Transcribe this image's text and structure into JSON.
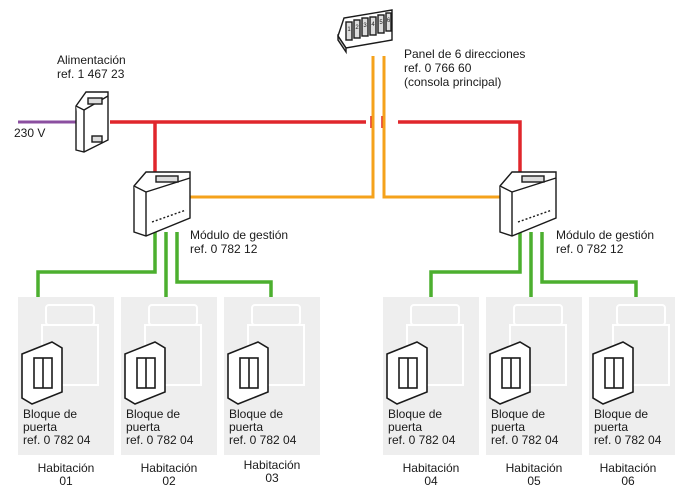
{
  "power_label": "230 V",
  "supply": {
    "name": "Alimentación",
    "ref": "ref. 1 467 23"
  },
  "panel": {
    "name": "Panel de 6 direcciones",
    "ref": "ref. 0 766 60",
    "note": "(consola principal)",
    "keys": [
      "1",
      "2",
      "3",
      "4",
      "5",
      "6"
    ]
  },
  "modules": [
    {
      "name": "Módulo de gestión",
      "ref": "ref. 0 782 12"
    },
    {
      "name": "Módulo de gestión",
      "ref": "ref. 0 782 12"
    }
  ],
  "rooms": [
    {
      "block_l1": "Bloque de",
      "block_l2": "puerta",
      "block_ref": "ref. 0 782 04",
      "room": "Habitación",
      "number": "01"
    },
    {
      "block_l1": "Bloque de",
      "block_l2": "puerta",
      "block_ref": "ref. 0 782 04",
      "room": "Habitación",
      "number": "02"
    },
    {
      "block_l1": "Bloque de",
      "block_l2": "puerta",
      "block_ref": "ref. 0 782 04",
      "room": "Habitación",
      "number": "03"
    },
    {
      "block_l1": "Bloque de",
      "block_l2": "puerta",
      "block_ref": "ref. 0 782 04",
      "room": "Habitación",
      "number": "04"
    },
    {
      "block_l1": "Bloque de",
      "block_l2": "puerta",
      "block_ref": "ref. 0 782 04",
      "room": "Habitación",
      "number": "05"
    },
    {
      "block_l1": "Bloque de",
      "block_l2": "puerta",
      "block_ref": "ref. 0 782 04",
      "room": "Habitación",
      "number": "06"
    }
  ],
  "colors": {
    "power": "#e0262c",
    "bus": "#f5a21b",
    "room_link": "#4caf2f",
    "mains": "#8b4fa0",
    "card": "#eeeeee"
  }
}
